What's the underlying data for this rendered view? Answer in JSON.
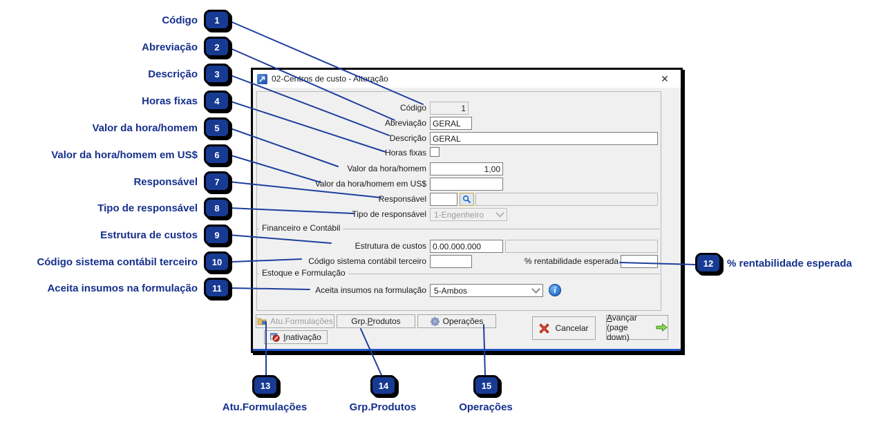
{
  "callouts": {
    "left": [
      {
        "num": "1",
        "label": "Código"
      },
      {
        "num": "2",
        "label": "Abreviação"
      },
      {
        "num": "3",
        "label": "Descrição"
      },
      {
        "num": "4",
        "label": "Horas fixas"
      },
      {
        "num": "5",
        "label": "Valor da hora/homem"
      },
      {
        "num": "6",
        "label": "Valor da hora/homem em US$"
      },
      {
        "num": "7",
        "label": "Responsável"
      },
      {
        "num": "8",
        "label": "Tipo de responsável"
      },
      {
        "num": "9",
        "label": "Estrutura de custos"
      },
      {
        "num": "10",
        "label": "Código sistema contábil terceiro"
      },
      {
        "num": "11",
        "label": "Aceita insumos na formulação"
      }
    ],
    "right": {
      "num": "12",
      "label": "% rentabilidade esperada"
    },
    "bottom": [
      {
        "num": "13",
        "label": "Atu.Formulações"
      },
      {
        "num": "14",
        "label": "Grp.Produtos"
      },
      {
        "num": "15",
        "label": "Operações"
      }
    ]
  },
  "dialog": {
    "title": "02-Centros de custo - Alteração",
    "close_glyph": "✕",
    "groups": {
      "financeiro": "Financeiro e Contábil",
      "estoque": "Estoque e Formulação"
    },
    "fields": {
      "codigo": {
        "label": "Código",
        "value": "1",
        "disabled": true
      },
      "abreviacao": {
        "label": "Abreviação",
        "value": "GERAL"
      },
      "descricao": {
        "label": "Descrição",
        "value": "GERAL"
      },
      "horas_fixas": {
        "label": "Horas fixas",
        "checked": false
      },
      "valor_hora": {
        "label": "Valor da hora/homem",
        "value": "1,00"
      },
      "valor_hora_usd": {
        "label": "Valor da hora/homem em US$",
        "value": ""
      },
      "responsavel": {
        "label": "Responsável",
        "code": "",
        "name": "",
        "name_disabled": true
      },
      "tipo_responsavel": {
        "label": "Tipo de responsável",
        "value": "1-Engenheiro",
        "disabled": true
      },
      "estrutura_custos": {
        "label": "Estrutura de custos",
        "value": "0.00.000.000",
        "descricao": "",
        "descricao_disabled": true
      },
      "cod_contabil": {
        "label": "Código sistema contábil terceiro",
        "value": ""
      },
      "rentabilidade": {
        "label": "% rentabilidade esperada",
        "value": ""
      },
      "aceita_insumos": {
        "label": "Aceita insumos na formulação",
        "value": "5-Ambos"
      }
    },
    "buttons": {
      "atu_formulacoes": {
        "label": "Atu.Formulações",
        "disabled": true
      },
      "grp_produtos": {
        "pre": "Grp.",
        "key": "P",
        "post": "rodutos"
      },
      "operacoes": {
        "label": "Operações"
      },
      "inativacao": {
        "key": "I",
        "post": "nativação"
      },
      "cancelar": {
        "label": "Cancelar"
      },
      "avancar": {
        "key": "A",
        "post": "vançar",
        "line2": "(page down)"
      }
    },
    "icons": {
      "title_icon": "app-report-icon",
      "search": "magnifier-icon",
      "info": "info-icon",
      "operacoes": "gear-icon",
      "atu_formulacoes": "folder-icon",
      "inativacao": "prohibition-icon",
      "cancelar": "red-x-icon",
      "avancar": "green-arrow-icon"
    },
    "colors": {
      "annotation_navy": "#16308c",
      "line_navy": "#1d3f9d",
      "badge_fill": "#173a93",
      "dialog_bg": "#f0f0f0",
      "status_strip": "#2457c5"
    }
  }
}
